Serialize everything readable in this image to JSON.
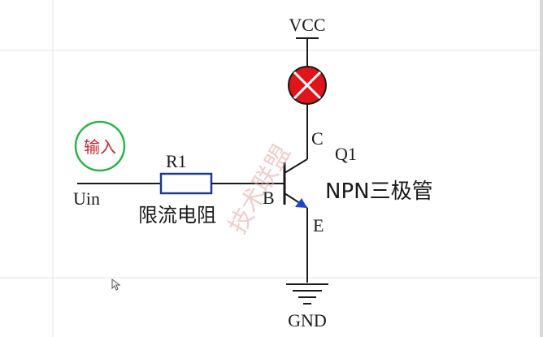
{
  "labels": {
    "vcc": "VCC",
    "gnd": "GND",
    "collector": "C",
    "emitter": "E",
    "base": "B",
    "designator": "Q1",
    "transistor_type": "NPN三极管",
    "resistor_name": "R1",
    "resistor_desc": "限流电阻",
    "input_label": "输入",
    "input_signal": "Uin",
    "watermark": "技术联盟"
  },
  "colors": {
    "wire": "#1a1a1a",
    "resistor": "#1f3a8a",
    "lamp_fill": "#e0141b",
    "lamp_x": "#ffffff",
    "arrow": "#1f46c9",
    "input_text_red": "#c2272d",
    "input_circle": "#2fb24a",
    "grid": "#e6e6e6"
  },
  "icons": {
    "lamp": "lamp-icon",
    "ground": "ground-icon",
    "cursor": "mouse-cursor-icon"
  }
}
